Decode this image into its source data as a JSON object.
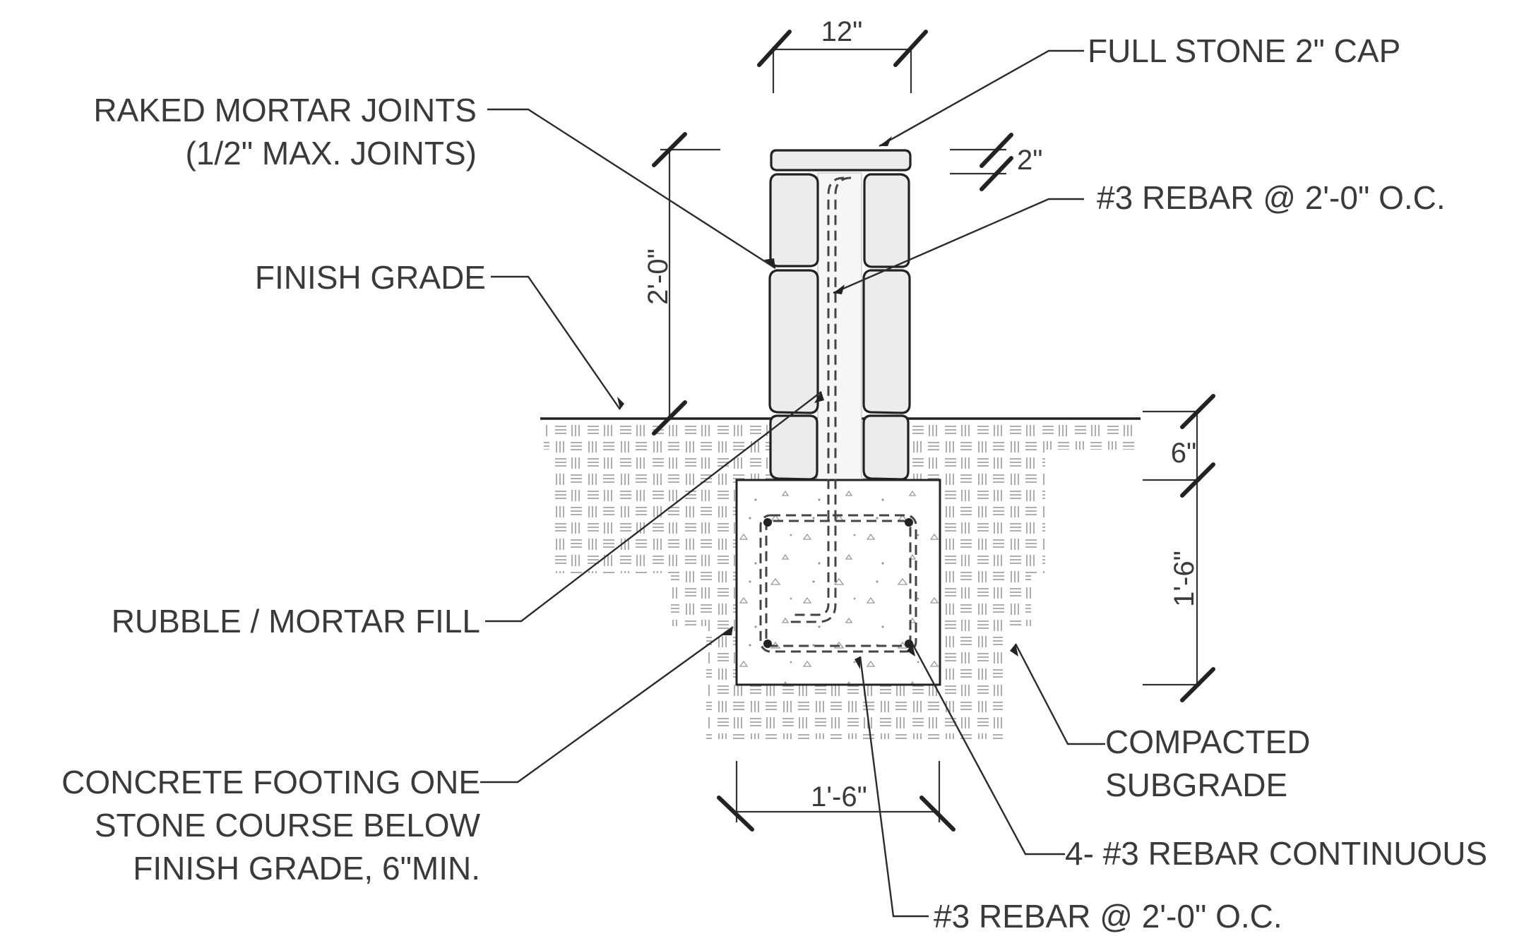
{
  "labels": {
    "full_stone_cap": "FULL STONE 2\" CAP",
    "raked_joints_1": "RAKED MORTAR JOINTS",
    "raked_joints_2": "(1/2\" MAX. JOINTS)",
    "rebar_top": "#3 REBAR @ 2'-0\" O.C.",
    "finish_grade": "FINISH GRADE",
    "rubble_fill": "RUBBLE / MORTAR FILL",
    "footing_1": "CONCRETE FOOTING ONE",
    "footing_2": "STONE COURSE BELOW",
    "footing_3": "FINISH GRADE, 6\"MIN.",
    "compacted_1": "COMPACTED",
    "compacted_2": "SUBGRADE",
    "rebar_continuous": "4- #3 REBAR CONTINUOUS",
    "rebar_bottom": "#3 REBAR @ 2'-0\" O.C."
  },
  "dimensions": {
    "wall_width": "12\"",
    "cap_thickness": "2\"",
    "wall_height": "2'-0\"",
    "embed_depth": "6\"",
    "footing_depth": "1'-6\"",
    "footing_width": "1'-6\""
  }
}
